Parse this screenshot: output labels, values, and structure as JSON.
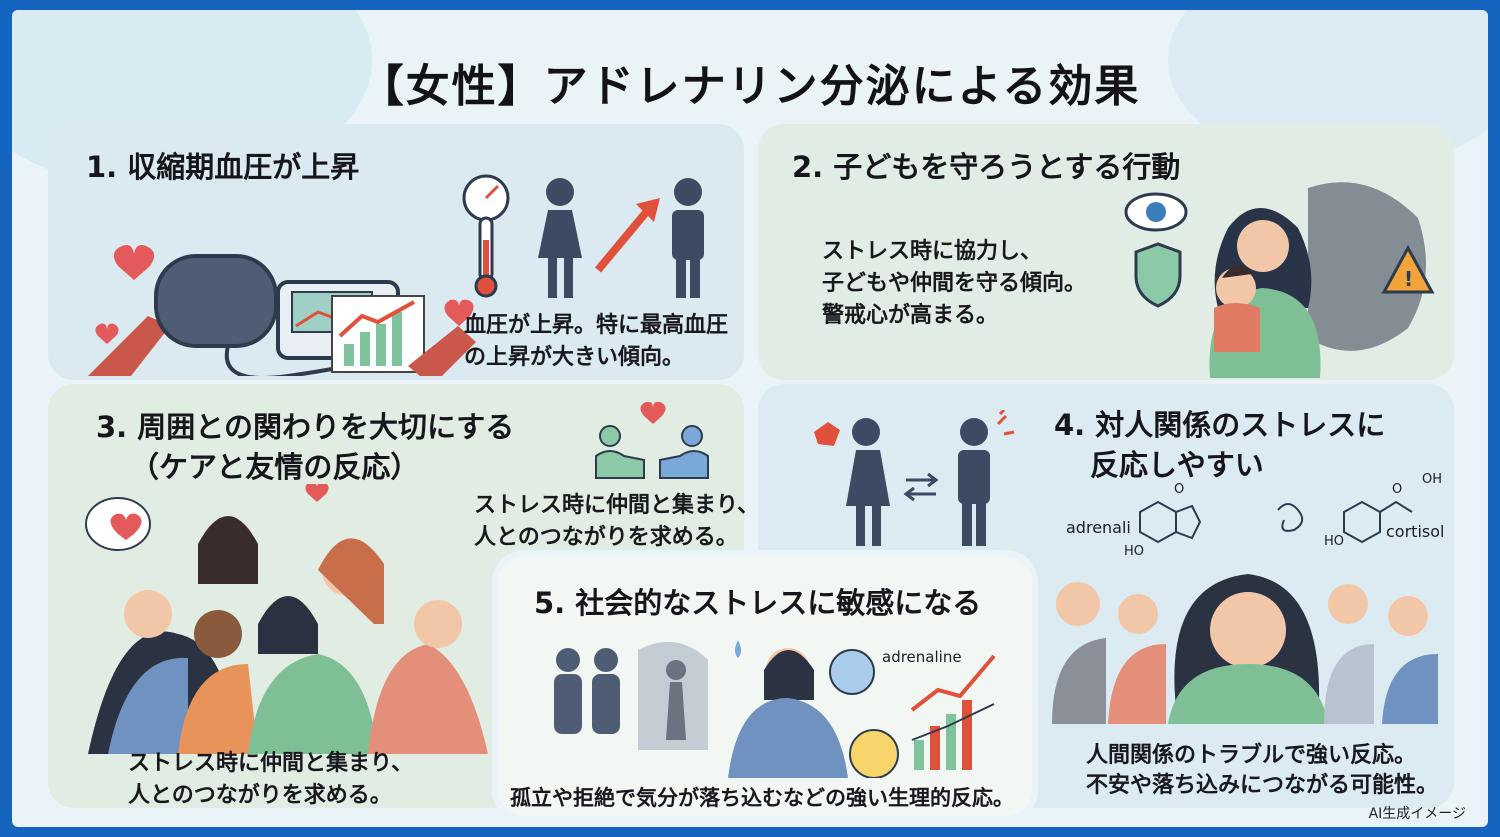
{
  "title": "【女性】アドレナリン分泌による効果",
  "panels": [
    {
      "heading": "1. 収縮期血圧が上昇",
      "lines": [
        "血圧が上昇。特に最高血圧",
        "の上昇が大きい傾向。"
      ]
    },
    {
      "heading": "2. 子どもを守ろうとする行動",
      "lines": [
        "ストレス時に協力し、",
        "子どもや仲間を守る傾向。",
        "警戒心が高まる。"
      ]
    },
    {
      "heading_lines": [
        "3. 周囲との関わりを大切にする",
        "（ケアと友情の反応）"
      ],
      "lines": [
        "ストレス時に仲間と集まり、",
        "人とのつながりを求める。"
      ],
      "bottom_lines": [
        "ストレス時に仲間と集まり、",
        "人とのつながりを求める。"
      ]
    },
    {
      "heading_lines": [
        "4. 対人関係のストレスに",
        "反応しやすい"
      ],
      "labels": {
        "adrenaline": "adrenali",
        "cortisol": "cortisol",
        "ho1": "HO",
        "ho2": "HO",
        "o1": "O",
        "o2": "O",
        "oh": "OH"
      },
      "lines": [
        "人間関係のトラブルで強い反応。",
        "不安や落ち込みにつながる可能性。"
      ]
    },
    {
      "heading": "5. 社会的なストレスに敏感になる",
      "chart_label": "adrenaline",
      "lines": [
        "孤立や拒絶で気分が落ち込むなどの強い生理的反応。"
      ]
    }
  ],
  "badge": "AI生成イメージ",
  "colors": {
    "frame": "#1565c0",
    "heart": "#e45a5a",
    "accent_red": "#e0503a",
    "figure": "#3d4a63",
    "green": "#6fb58a"
  }
}
